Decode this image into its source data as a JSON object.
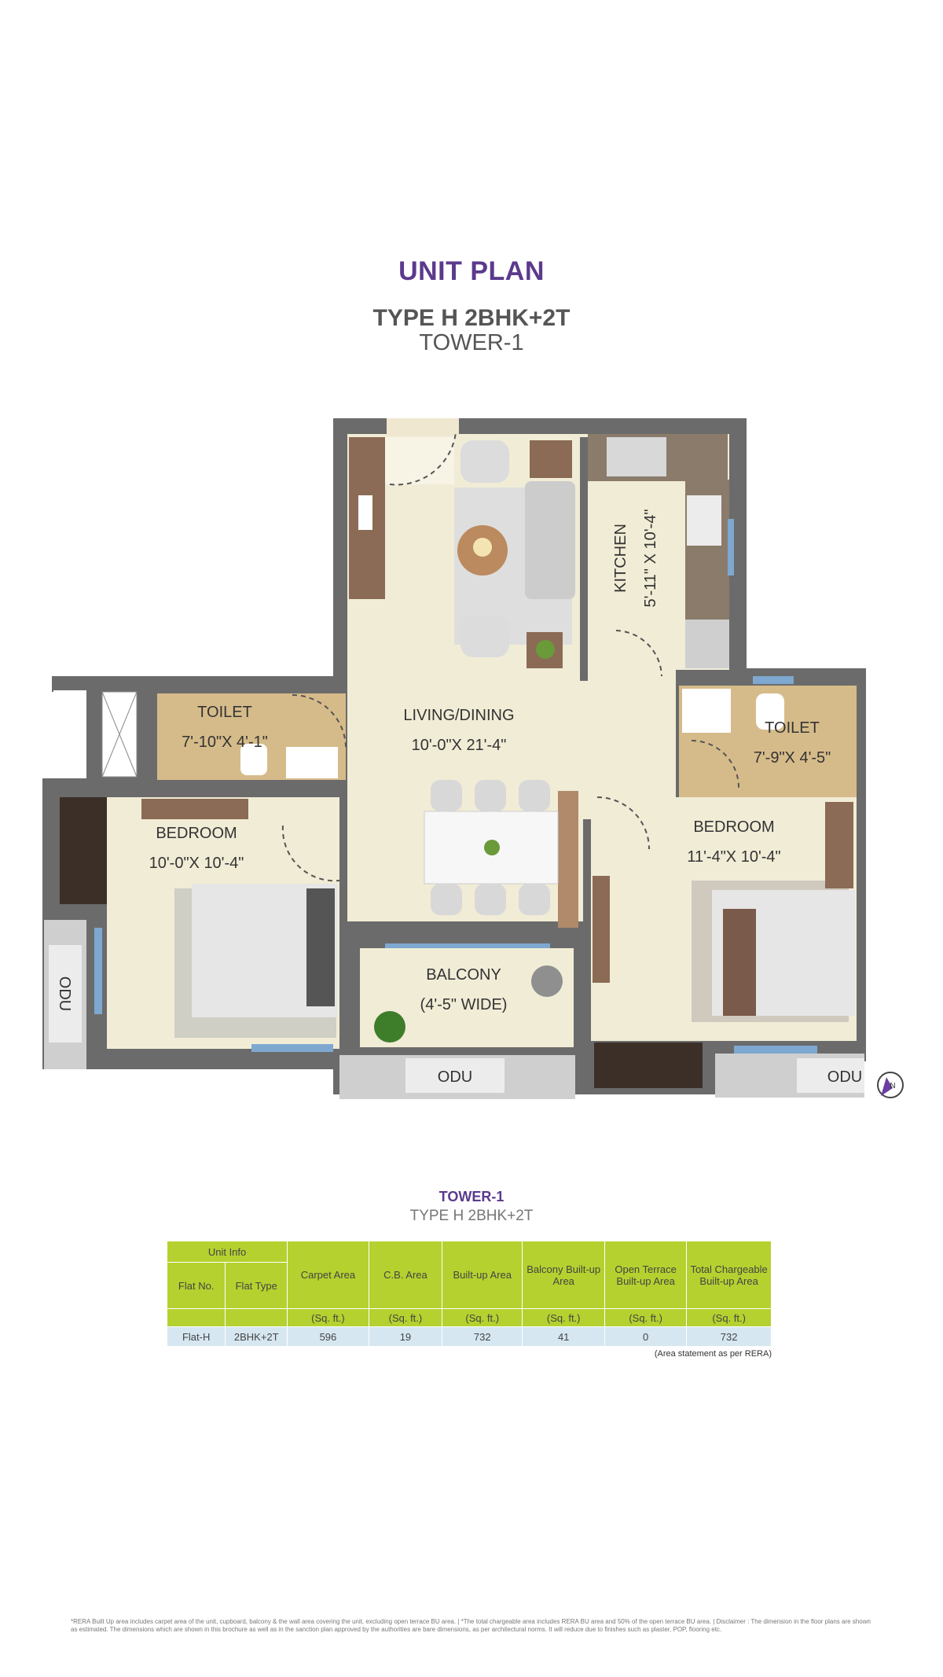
{
  "header": {
    "title": "UNIT PLAN",
    "unit_type": "TYPE H 2BHK+2T",
    "tower": "TOWER-1"
  },
  "plan": {
    "rooms": [
      {
        "name": "TOILET",
        "size": "7'-10\"X 4'-1\""
      },
      {
        "name": "LIVING/DINING",
        "size": "10'-0\"X 21'-4\""
      },
      {
        "name": "KITCHEN",
        "size": "5'-11\" X 10'-4\""
      },
      {
        "name": "TOILET",
        "size": "7'-9\"X 4'-5\""
      },
      {
        "name": "BEDROOM",
        "size": "10'-0\"X 10'-4\""
      },
      {
        "name": "BEDROOM",
        "size": "11'-4\"X 10'-4\""
      },
      {
        "name": "BALCONY",
        "size": "(4'-5\" WIDE)"
      }
    ],
    "odu_labels": [
      "ODU",
      "ODU",
      "ODU"
    ],
    "north_label": "N"
  },
  "table": {
    "title": "TOWER-1",
    "subtitle": "TYPE H 2BHK+2T",
    "unit_info": "Unit Info",
    "headers": [
      "Flat No.",
      "Flat Type",
      "Carpet Area",
      "C.B. Area",
      "Built-up Area",
      "Balcony Built-up Area",
      "Open Terrace Built-up Area",
      "Total Chargeable Built-up Area"
    ],
    "unit": "(Sq. ft.)",
    "row": [
      "Flat-H",
      "2BHK+2T",
      "596",
      "19",
      "732",
      "41",
      "0",
      "732"
    ],
    "note": "(Area statement as per RERA)"
  },
  "footnote": "*RERA Built Up area includes carpet area of the unit, cupboard, balcony & the wall area covering the unit, excluding open terrace BU area. | *The total chargeable area includes RERA BU area and 50% of the open terrace BU area. | Disclaimer : The dimension in the floor plans are shown as estimated. The dimensions which are shown in this brochure as well as in the sanction plan approved by the authorities are bare dimensions, as per architectural norms. It will reduce due to finishes such as plaster, POP, flooring etc.",
  "colors": {
    "title": "#5b3a8c",
    "wall": "#6b6b6b",
    "floor": "#f1ecd6",
    "toilet_floor": "#d6bb8a",
    "table_header": "#b5d12f",
    "table_row": "#d6e7f1"
  }
}
